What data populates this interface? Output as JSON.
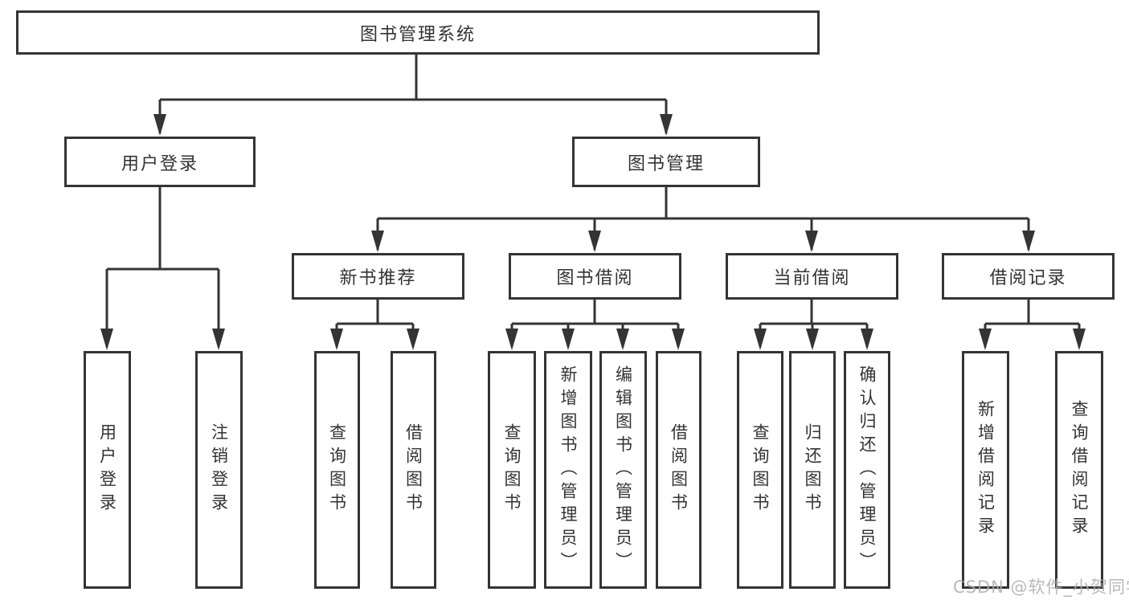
{
  "colors": {
    "line": "#343434",
    "text": "#333333",
    "box_fill": "#ffffff",
    "background": "#ffffff",
    "watermark": "#adadad"
  },
  "tree": {
    "root": {
      "label": "图书管理系统"
    },
    "branches": [
      {
        "label": "用户登录",
        "children": [
          {
            "label": "用户登录"
          },
          {
            "label": "注销登录"
          }
        ]
      },
      {
        "label": "图书管理",
        "children": [
          {
            "label": "新书推荐",
            "children": [
              {
                "label": "查询图书"
              },
              {
                "label": "借阅图书"
              }
            ]
          },
          {
            "label": "图书借阅",
            "children": [
              {
                "label": "查询图书"
              },
              {
                "label": "新增图书（管理员）"
              },
              {
                "label": "编辑图书（管理员）"
              },
              {
                "label": "借阅图书"
              }
            ]
          },
          {
            "label": "当前借阅",
            "children": [
              {
                "label": "查询图书"
              },
              {
                "label": "归还图书"
              },
              {
                "label": "确认归还（管理员）"
              }
            ]
          },
          {
            "label": "借阅记录",
            "children": [
              {
                "label": "新增借阅记录"
              },
              {
                "label": "查询借阅记录"
              }
            ]
          }
        ]
      }
    ]
  },
  "watermark": {
    "text": "CSDN @软件_小贺同学"
  }
}
